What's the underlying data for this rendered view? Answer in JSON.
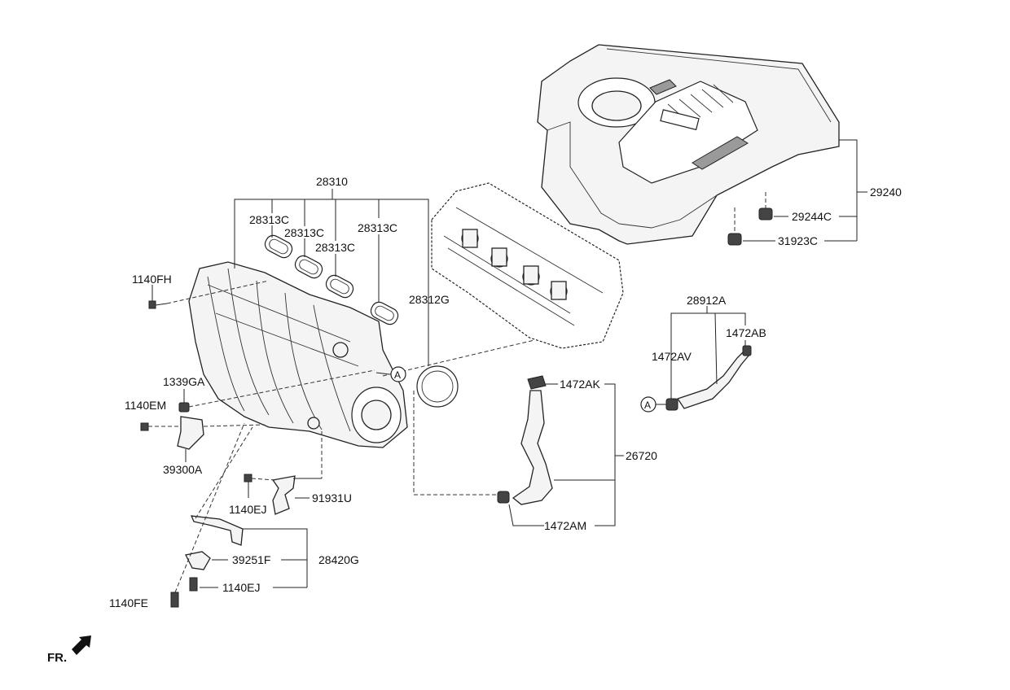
{
  "labels": {
    "intake_manifold": "28310",
    "gasket_a": "28313C",
    "gasket_b": "28313C",
    "gasket_c": "28313C",
    "gasket_d": "28313C",
    "throttle_gasket": "28312G",
    "bolt_1140fh": "1140FH",
    "nut_1339ga": "1339GA",
    "bolt_1140em": "1140EM",
    "sensor_39300a": "39300A",
    "bolt_1140ej_a": "1140EJ",
    "bracket_91931u": "91931U",
    "bracket_39251f": "39251F",
    "bracket_28420g": "28420G",
    "bolt_1140ej_b": "1140EJ",
    "bolt_1140fe": "1140FE",
    "engine_cover": "29240",
    "grommet_29244c": "29244C",
    "grommet_31923c": "31923C",
    "hose_assy_28912a": "28912A",
    "clamp_1472ab": "1472AB",
    "clamp_1472av": "1472AV",
    "clamp_1472ak": "1472AK",
    "hose_26720": "26720",
    "clamp_1472am": "1472AM",
    "ref_a_left": "A",
    "ref_a_right": "A",
    "front_indicator": "FR."
  },
  "icons": {
    "front_arrow": "arrow-left-down-icon"
  }
}
